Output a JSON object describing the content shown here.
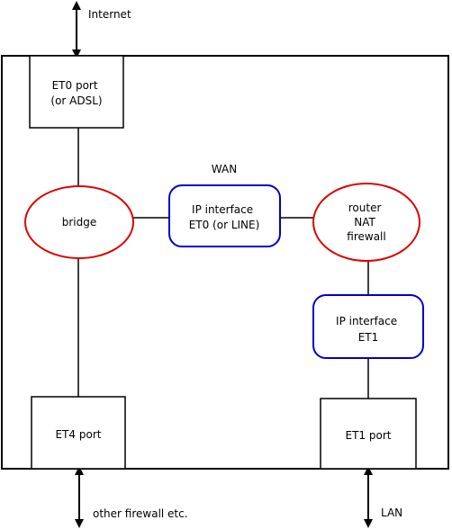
{
  "labels": {
    "internet": "Internet",
    "wan": "WAN",
    "other_firewall": "other firewall etc.",
    "lan": "LAN"
  },
  "nodes": {
    "et0_port": [
      "ET0 port",
      "(or ADSL)"
    ],
    "bridge": [
      "bridge"
    ],
    "ip_interface_et0": [
      "IP interface",
      "ET0 (or LINE)"
    ],
    "router": [
      "router",
      "NAT",
      "firewall"
    ],
    "ip_interface_et1": [
      "IP interface",
      "ET1"
    ],
    "et4_port": [
      "ET4 port"
    ],
    "et1_port": [
      "ET1 port"
    ]
  },
  "colors": {
    "ellipse_stroke": "#dd0000",
    "rounded_box_stroke": "#0000cc",
    "line": "#000000"
  }
}
